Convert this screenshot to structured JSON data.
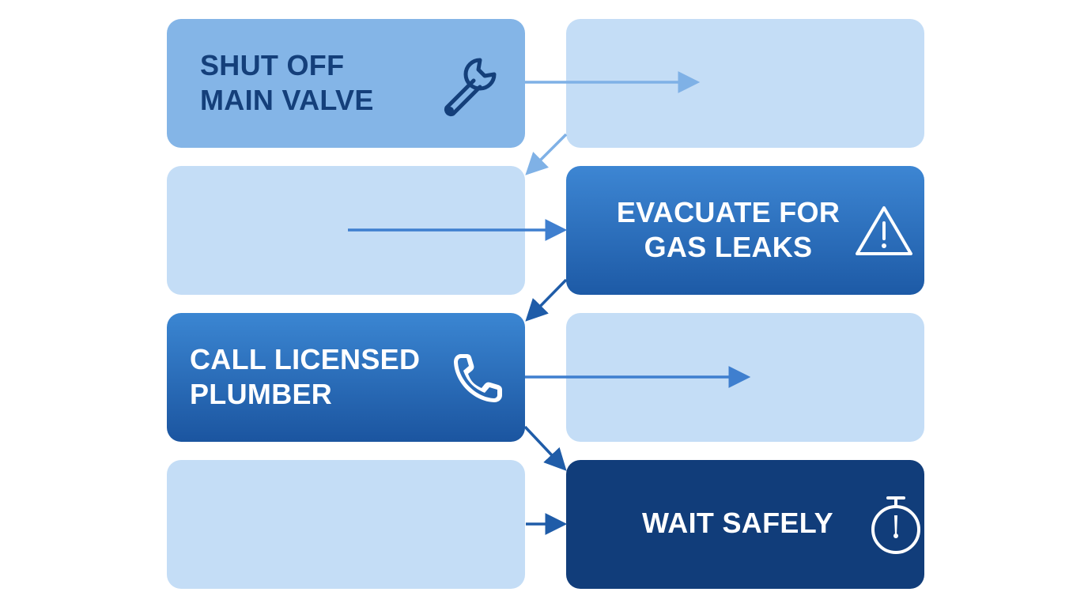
{
  "colors": {
    "empty_box": "#c4ddf6",
    "step1_box": "#84b5e7",
    "step2_box": "#2a6dbd",
    "step3_box": "#2a6dbd",
    "step4_box": "#113d7a",
    "dark_text": "#143f7a",
    "light_text": "#ffffff",
    "arrow_light": "#7fb1e6",
    "arrow_mid": "#3f7fcf",
    "arrow_dark": "#1f5ca8"
  },
  "steps": [
    {
      "id": "shut-off",
      "lines": [
        "SHUT OFF",
        "MAIN VALVE"
      ],
      "icon": "wrench-icon"
    },
    {
      "id": "evacuate",
      "lines": [
        "EVACUATE FOR",
        "GAS LEAKS"
      ],
      "icon": "warning-icon"
    },
    {
      "id": "call-plumber",
      "lines": [
        "CALL LICENSED",
        "PLUMBER"
      ],
      "icon": "phone-icon"
    },
    {
      "id": "wait",
      "lines": [
        "WAIT SAFELY"
      ],
      "icon": "stopwatch-icon"
    }
  ]
}
